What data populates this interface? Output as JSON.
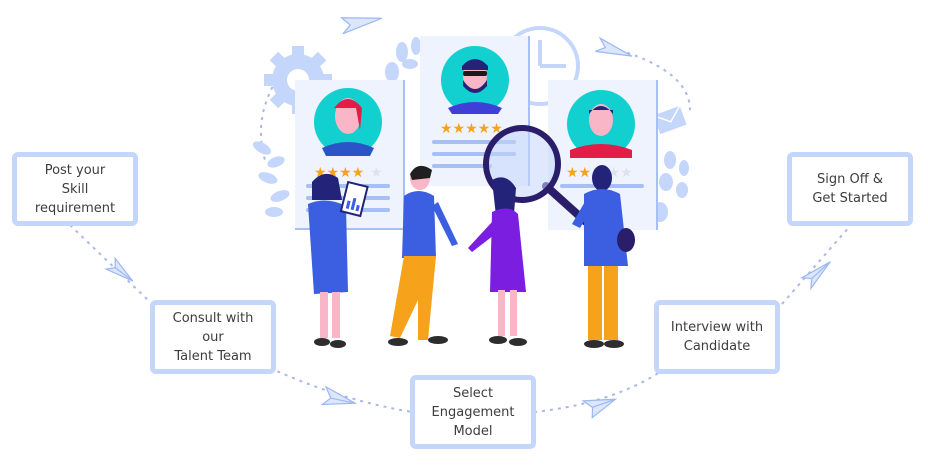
{
  "diagram": {
    "type": "hiring-process-flow",
    "steps": [
      {
        "id": 1,
        "lines": [
          "Post your",
          "Skill requirement"
        ]
      },
      {
        "id": 2,
        "lines": [
          "Consult with our",
          "Talent Team"
        ]
      },
      {
        "id": 3,
        "lines": [
          "Select",
          "Engagement",
          "Model"
        ]
      },
      {
        "id": 4,
        "lines": [
          "Interview with",
          "Candidate"
        ]
      },
      {
        "id": 5,
        "lines": [
          "Sign Off &",
          "Get Started"
        ]
      }
    ],
    "illustration": {
      "profile_cards": [
        {
          "name": "female-candidate-card",
          "rating": 4,
          "max_rating": 5
        },
        {
          "name": "male-bearded-candidate-card",
          "rating": 5,
          "max_rating": 5
        },
        {
          "name": "male-candidate-card",
          "rating": 2,
          "max_rating": 5
        }
      ],
      "people": [
        "woman-with-tablet",
        "man-shaking-hands",
        "woman-shaking-hands",
        "man-with-magnifier"
      ],
      "decorations": [
        "gear-icon",
        "clock-icon",
        "envelope-icon",
        "paper-plane-icon",
        "leaf-icon",
        "magnifying-glass-icon"
      ]
    },
    "colors": {
      "box_border": "#c5d6fb",
      "path_dash": "#a9b9e3",
      "plane_fill": "#dce7fd",
      "plane_stroke": "#9db7f2",
      "card_bg": "#eef3fe",
      "card_edge": "#a6bff4",
      "avatar_bg": "#12cfd0",
      "star_on": "#f7a21b",
      "star_off": "#dde2ec",
      "text": "#3d3d3d"
    }
  }
}
